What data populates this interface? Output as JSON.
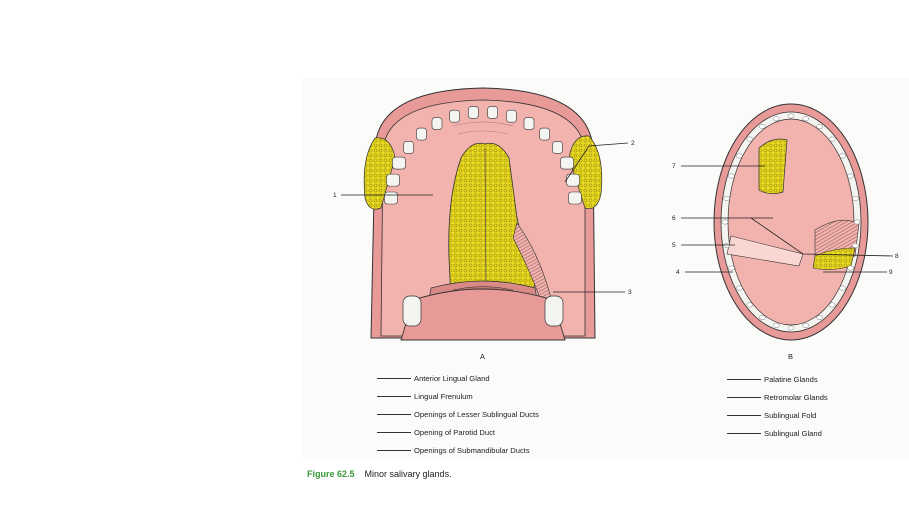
{
  "panels": [
    {
      "letter": "A"
    },
    {
      "letter": "B"
    }
  ],
  "numbers_a": [
    "1",
    "2",
    "3"
  ],
  "numbers_b": [
    "7",
    "6",
    "5",
    "4",
    "8",
    "9"
  ],
  "key_a": [
    "Anterior Lingual Gland",
    "Lingual Frenulum",
    "Openings of Lesser Sublingual Ducts",
    "Opening of Parotid Duct",
    "Openings of Submandibular Ducts"
  ],
  "key_b": [
    "Palatine Glands",
    "Retromolar Glands",
    "Sublingual Fold",
    "Sublingual Gland"
  ],
  "caption": {
    "label": "Figure 62.5",
    "text": "Minor salivary glands."
  },
  "colors": {
    "tissue": "#f2b3ae",
    "lip": "#e89a98",
    "gland": "#e8d820",
    "tooth": "#f4f4f0"
  }
}
